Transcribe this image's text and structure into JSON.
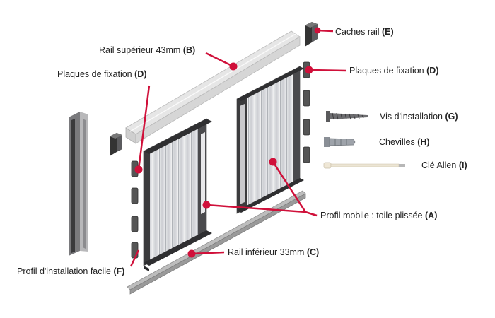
{
  "accent_color": "#d0103a",
  "callouts": {
    "caches_rail": {
      "text": "Caches rail",
      "code": "(E)"
    },
    "rail_superieur": {
      "text": "Rail supérieur 43mm",
      "code": "(B)"
    },
    "plaques_left": {
      "text": "Plaques de fixation",
      "code": "(D)"
    },
    "plaques_right": {
      "text": "Plaques de fixation",
      "code": "(D)"
    },
    "vis": {
      "text": "Vis d'installation",
      "code": "(G)"
    },
    "chevilles": {
      "text": "Chevilles",
      "code": "(H)"
    },
    "cle_allen": {
      "text": "Clé Allen",
      "code": "(I)"
    },
    "profil_mobile": {
      "text": "Profil mobile : toile plissée",
      "code": "(A)"
    },
    "rail_inferieur": {
      "text": "Rail inférieur 33mm",
      "code": "(C)"
    },
    "profil_installation": {
      "text": "Profil d'installation facile",
      "code": "(F)"
    }
  }
}
